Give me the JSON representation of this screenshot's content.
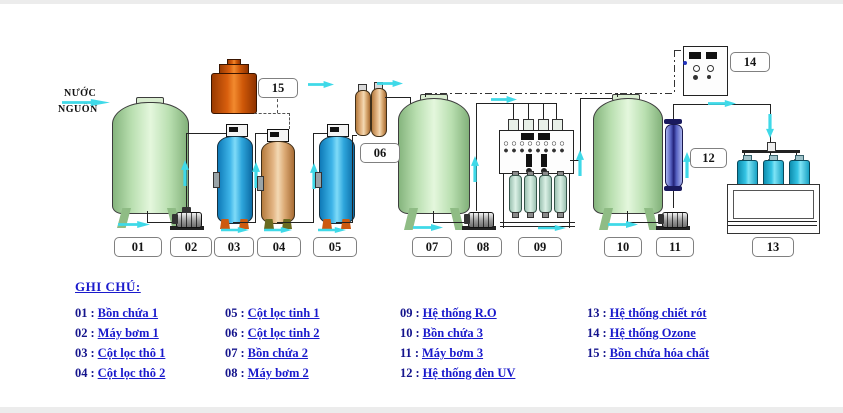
{
  "source": {
    "line1": "NƯỚC",
    "line2": "NGUỒN"
  },
  "labels": [
    "01",
    "02",
    "03",
    "04",
    "05",
    "06",
    "07",
    "08",
    "09",
    "10",
    "11",
    "12",
    "13",
    "14",
    "15"
  ],
  "legend": {
    "heading": "GHI CHÚ:",
    "separator": ":",
    "col1": [
      {
        "num": "01",
        "name": "Bồn chứa 1"
      },
      {
        "num": "02",
        "name": "Máy bơm 1"
      },
      {
        "num": "03",
        "name": "Cột lọc thô 1"
      },
      {
        "num": "04",
        "name": "Cột lọc thô 2"
      }
    ],
    "col2": [
      {
        "num": "05",
        "name": "Cột lọc tinh 1"
      },
      {
        "num": "06",
        "name": "Cột lọc tinh 2"
      },
      {
        "num": "07",
        "name": "Bồn chứa 2"
      },
      {
        "num": "08",
        "name": "Máy bơm 2"
      }
    ],
    "col3": [
      {
        "num": "09",
        "name": "Hệ thống R.O"
      },
      {
        "num": "10",
        "name": "Bồn chứa 3"
      },
      {
        "num": "11",
        "name": "Máy bơm 3"
      },
      {
        "num": "12",
        "name": "Hệ thống đèn UV"
      }
    ],
    "col4": [
      {
        "num": "13",
        "name": "Hệ thống chiết rót"
      },
      {
        "num": "14",
        "name": "Hệ thống Ozone"
      },
      {
        "num": "15",
        "name": "Bồn chứa hóa chất"
      }
    ]
  },
  "colors": {
    "flow_arrow": "#3fd9e8",
    "tank_green": "#bfe3b6",
    "column_blue": "#2fa9de",
    "column_tan": "#e0b181",
    "chemical_orange": "#e06a10",
    "bottle_cyan": "#35c4e4",
    "uv_blue": "#4a55b8",
    "legend_blue": "#1a1acc",
    "legend_number_navy": "#14148c"
  }
}
